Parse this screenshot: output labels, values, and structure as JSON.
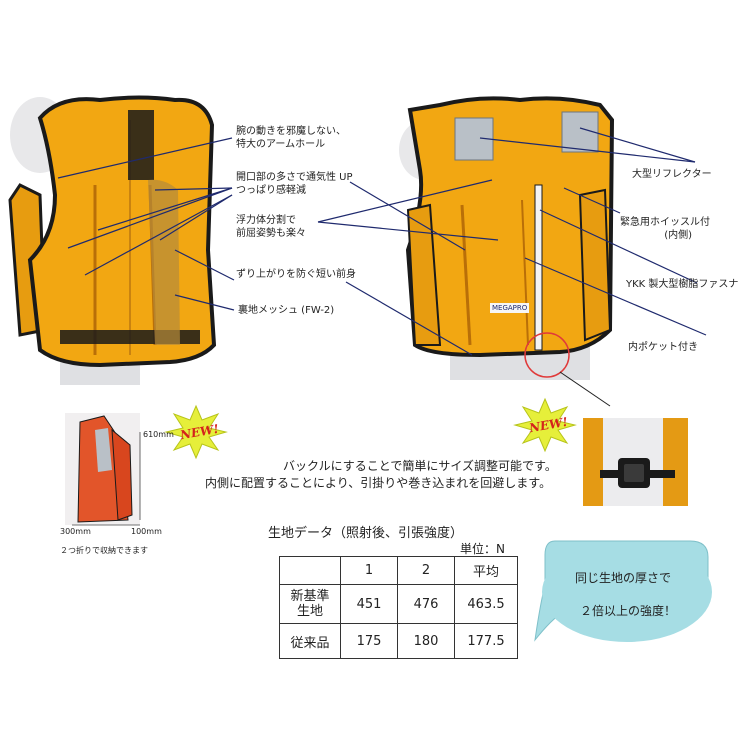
{
  "annotations_left": {
    "armhole": [
      "腕の動きを邪魔しない、",
      "特大のアームホール"
    ],
    "vent": [
      "開口部の多さで通気性 UP",
      "つっぱり感軽減"
    ],
    "buoyancy": [
      "浮力体分割で",
      "前屈姿勢も楽々"
    ],
    "short_front": "ずり上がりを防ぐ短い前身",
    "mesh": "裏地メッシュ (FW-2)"
  },
  "annotations_right": {
    "reflector": "大型リフレクター",
    "whistle": [
      "緊急用ホイッスル付",
      "(内側)"
    ],
    "zipper": "YKK 製大型樹脂ファスナ",
    "pocket": "内ポケット付き"
  },
  "folded": {
    "height": "610mm",
    "depth": "300mm",
    "width": "100mm",
    "caption": "２つ折りで収納できます",
    "badge": "NEW!"
  },
  "buckle": {
    "badge": "NEW!",
    "line1": "バックルにすることで簡単にサイズ調整可能です。",
    "line2": "内側に配置することにより、引掛りや巻き込まれを回避します。"
  },
  "fabric_table": {
    "title": "生地データ（照射後、引張強度）",
    "unit": "単位：N",
    "headers": [
      "",
      "1",
      "2",
      "平均"
    ],
    "rows": [
      {
        "label1": "新基準",
        "label2": "生地",
        "v1": "451",
        "v2": "476",
        "avg": "463.5"
      },
      {
        "label1": "従来品",
        "label2": "",
        "v1": "175",
        "v2": "180",
        "avg": "177.5"
      }
    ]
  },
  "speech": {
    "line1": "同じ生地の厚さで",
    "line2": "２倍以上の強度！"
  },
  "brand_tag": "MEGAPRO",
  "colors": {
    "vest_orange": "#f2a712",
    "trim_black": "#1a1a1a",
    "line_navy": "#1f2a6e",
    "reflector_gray": "#b9c0c7",
    "bubble_teal": "#a6dde4",
    "circle_red": "#e03a3a",
    "burst_yellow": "#e6ef3a",
    "new_red": "#d4241c"
  }
}
